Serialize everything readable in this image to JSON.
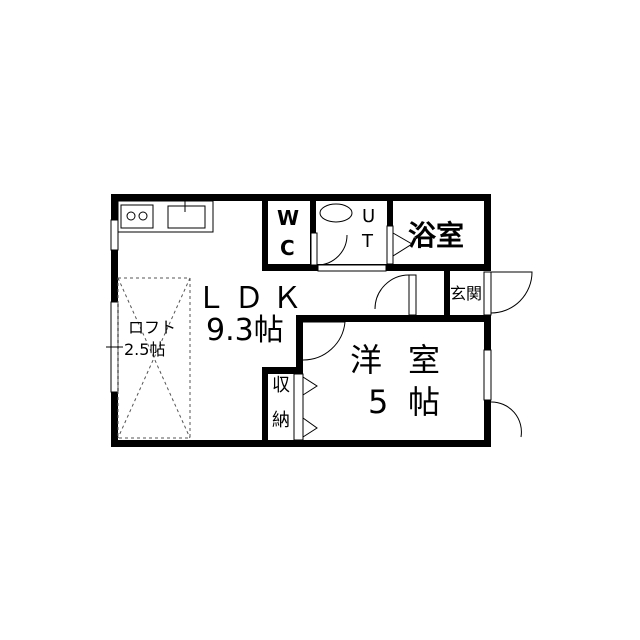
{
  "rooms": {
    "ldk": {
      "name": "ＬＤＫ",
      "size": "9.3帖"
    },
    "loft": {
      "name": "ロフト",
      "size": "2.5帖"
    },
    "wc": {
      "line1": "W",
      "line2": "C"
    },
    "ut": {
      "line1": "U",
      "line2": "T"
    },
    "bath": {
      "name": "浴室"
    },
    "entrance": {
      "name": "玄関"
    },
    "western": {
      "name1": "洋",
      "name2": "室",
      "size1": "5",
      "size2": "帖"
    },
    "storage": {
      "line1": "収",
      "line2": "納"
    }
  },
  "colors": {
    "wall": "#000000",
    "background": "#ffffff"
  }
}
